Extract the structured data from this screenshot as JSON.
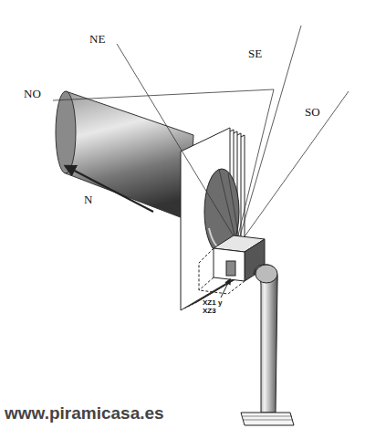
{
  "diagram": {
    "labels": [
      "NO",
      "NE",
      "SE",
      "SO",
      "N",
      "XZ1 y XZ3",
      "www.piramicasa.es"
    ]
  }
}
